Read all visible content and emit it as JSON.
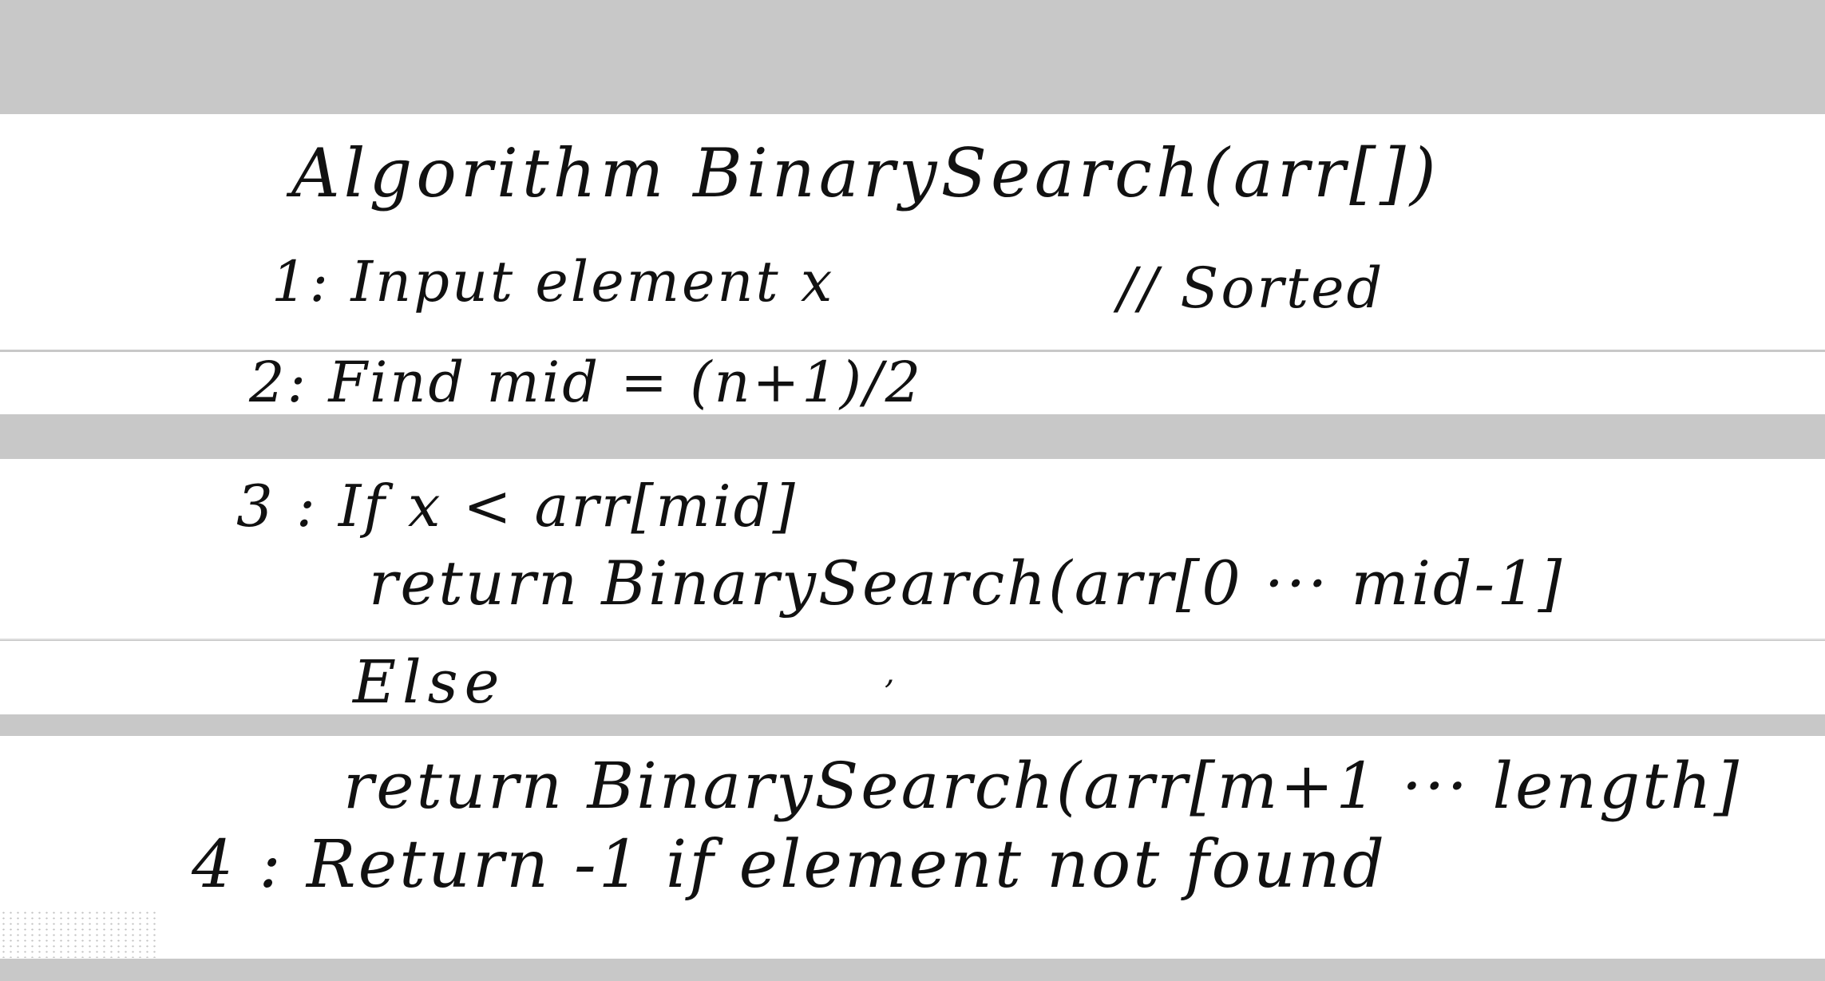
{
  "notes": {
    "title": "Algorithm   BinarySearch(arr[])",
    "line1": "1: Input element x",
    "comment": "// Sorted",
    "line2": "2: Find  mid = (n+1)/2",
    "line3": "3 : If   x < arr[mid]",
    "line3a": "return BinarySearch(arr[0 ··· mid-1]",
    "else_label": "Else",
    "line3b": "return BinarySearch(arr[m+1 ··· length]",
    "line4": "4 : Return -1 if element not found"
  }
}
